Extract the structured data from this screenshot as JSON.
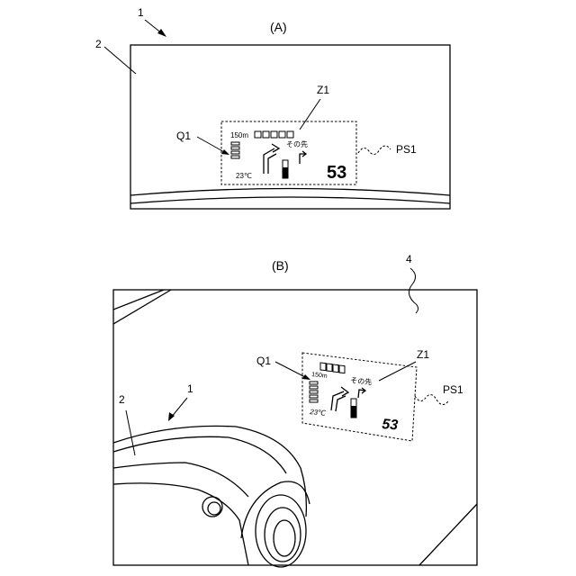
{
  "panel_a": {
    "title": "(A)",
    "refs": {
      "vehicle": "1",
      "windshield": "2",
      "overlay": "Z1",
      "indicator": "Q1",
      "projection": "PS1"
    },
    "hud": {
      "distance": "150m",
      "ahead_text": "その先",
      "temperature": "23℃",
      "speed": "53"
    }
  },
  "panel_b": {
    "title": "(B)",
    "refs": {
      "vehicle": "1",
      "windshield": "2",
      "overlay": "Z1",
      "indicator": "Q1",
      "projection": "PS1",
      "display": "4"
    },
    "hud": {
      "distance": "150m",
      "ahead_text": "その先",
      "temperature": "23℃",
      "speed": "53"
    }
  }
}
